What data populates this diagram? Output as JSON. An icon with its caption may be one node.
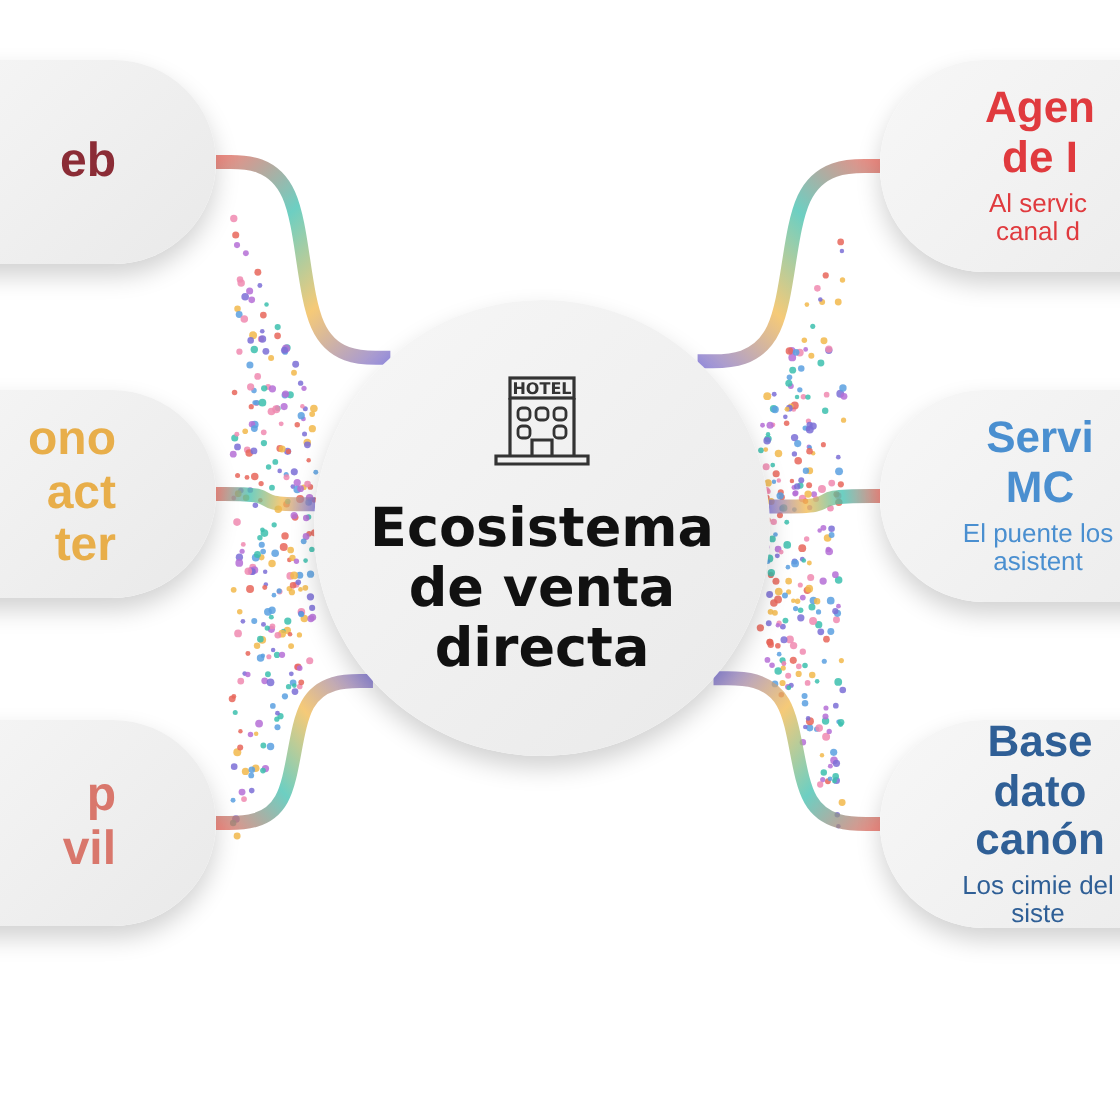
{
  "diagram": {
    "nodes": [
      {
        "text": [
          "Ecosistema de venta directa"
        ]
      },
      {
        "text": [
          "eb"
        ]
      },
      {
        "text": [
          "ono act ter"
        ]
      },
      {
        "text": [
          "p vil"
        ]
      },
      {
        "text": [
          "Agen de I",
          "Al servic canal d"
        ]
      },
      {
        "text": [
          "Servi MC",
          "El puente los asistent"
        ]
      },
      {
        "text": [
          "Base dato canón",
          "Los cimie del siste"
        ]
      }
    ],
    "edges": [
      {
        "from": 0,
        "to": 1,
        "arrow": "none"
      },
      {
        "from": 0,
        "to": 2,
        "arrow": "none"
      },
      {
        "from": 0,
        "to": 3,
        "arrow": "none"
      },
      {
        "from": 0,
        "to": 4,
        "arrow": "none"
      },
      {
        "from": 0,
        "to": 5,
        "arrow": "none"
      },
      {
        "from": 0,
        "to": 6,
        "arrow": "none"
      }
    ],
    "labels": [
      "HOTEL"
    ]
  }
}
